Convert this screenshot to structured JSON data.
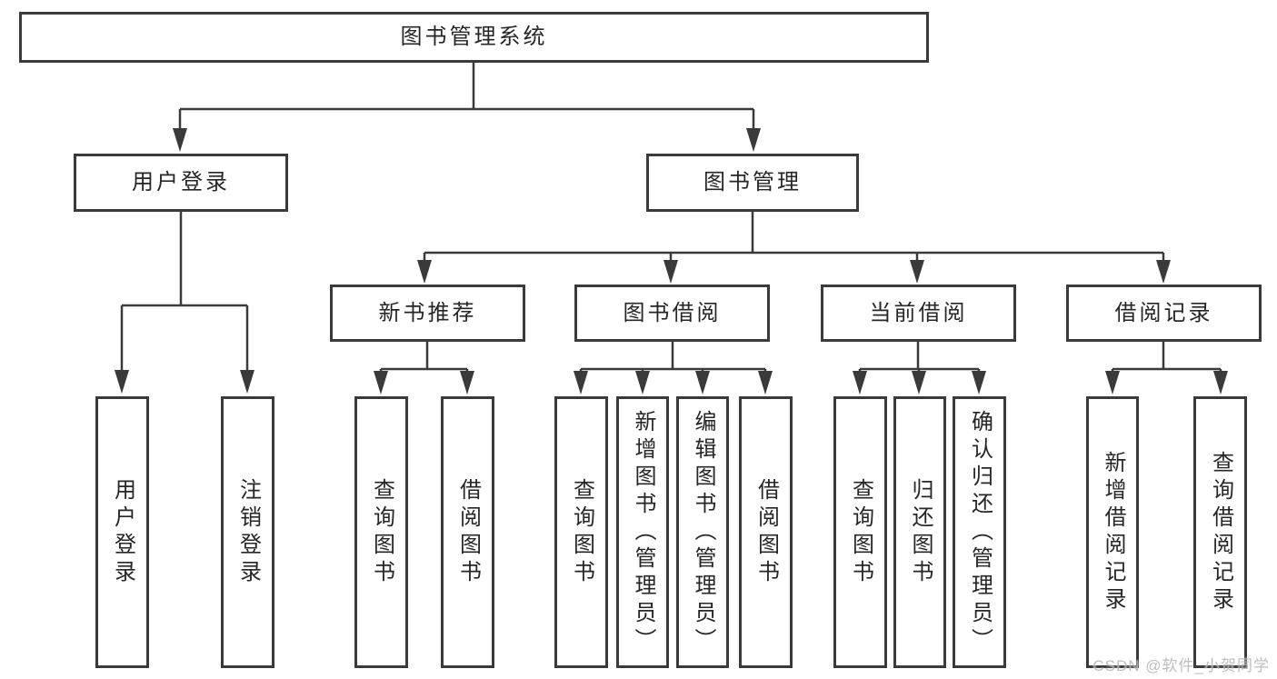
{
  "diagram": {
    "root": {
      "label": "图书管理系统"
    },
    "branches": [
      {
        "label": "用户登录",
        "children": [
          {
            "label": "用户登录"
          },
          {
            "label": "注销登录"
          }
        ]
      },
      {
        "label": "图书管理",
        "children": [
          {
            "label": "新书推荐",
            "children": [
              {
                "label": "查询图书"
              },
              {
                "label": "借阅图书"
              }
            ]
          },
          {
            "label": "图书借阅",
            "children": [
              {
                "label": "查询图书"
              },
              {
                "label": "新增图书（管理员）"
              },
              {
                "label": "编辑图书（管理员）"
              },
              {
                "label": "借阅图书"
              }
            ]
          },
          {
            "label": "当前借阅",
            "children": [
              {
                "label": "查询图书"
              },
              {
                "label": "归还图书"
              },
              {
                "label": "确认归还（管理员）"
              }
            ]
          },
          {
            "label": "借阅记录",
            "children": [
              {
                "label": "新增借阅记录"
              },
              {
                "label": "查询借阅记录"
              }
            ]
          }
        ]
      }
    ]
  },
  "watermark": {
    "text": "CSDN @软件_小贺同学"
  },
  "colors": {
    "border": "#3a3a3a",
    "line": "#3a3a3a",
    "text": "#262626",
    "background": "#ffffff",
    "watermark": "#b3b3b3"
  }
}
